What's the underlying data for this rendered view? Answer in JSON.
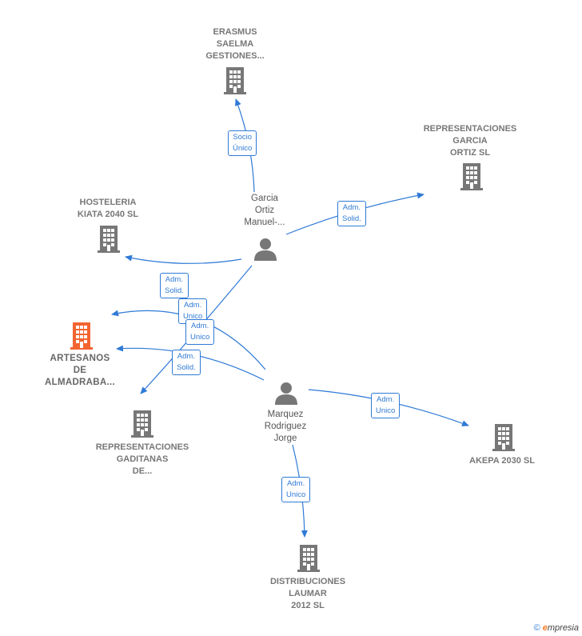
{
  "colors": {
    "edge": "#2f7ad6",
    "company": "#777777",
    "focus": "#f26530",
    "person": "#777777"
  },
  "nodes": {
    "erasmus": {
      "type": "company",
      "lines": [
        "ERASMUS",
        "SAELMA",
        "GESTIONES..."
      ]
    },
    "representaciones_garcia": {
      "type": "company",
      "lines": [
        "REPRESENTACIONES",
        "GARCIA",
        "ORTIZ  SL"
      ]
    },
    "hosteleria": {
      "type": "company",
      "lines": [
        "HOSTELERIA",
        "KIATA 2040 SL"
      ]
    },
    "garcia": {
      "type": "person",
      "lines": [
        "Garcia",
        "Ortiz",
        "Manuel-..."
      ]
    },
    "artesanos": {
      "type": "focus",
      "lines": [
        "ARTESANOS",
        "DE",
        "ALMADRABA..."
      ]
    },
    "marquez": {
      "type": "person",
      "lines": [
        "Marquez",
        "Rodriguez",
        "Jorge"
      ]
    },
    "representaciones_gaditanas": {
      "type": "company",
      "lines": [
        "REPRESENTACIONES",
        "GADITANAS",
        "DE..."
      ]
    },
    "akepa": {
      "type": "company",
      "lines": [
        "AKEPA 2030 SL"
      ]
    },
    "distribuciones": {
      "type": "company",
      "lines": [
        "DISTRIBUCIONES",
        "LAUMAR",
        "2012 SL"
      ]
    }
  },
  "edge_labels": {
    "socio_unico": [
      "Socio",
      "Único"
    ],
    "adm_solid_rep_garcia": [
      "Adm.",
      "Solid."
    ],
    "adm_solid_hosteleria": [
      "Adm.",
      "Solid."
    ],
    "adm_unico_artesanos_g": [
      "Adm.",
      "Unico"
    ],
    "adm_unico_artesanos_m": [
      "Adm.",
      "Unico"
    ],
    "adm_solid_gaditanas": [
      "Adm.",
      "Solid."
    ],
    "adm_unico_akepa": [
      "Adm.",
      "Unico"
    ],
    "adm_unico_distribuciones": [
      "Adm.",
      "Unico"
    ]
  },
  "footer": {
    "copyright": "©",
    "brand_initial": "e",
    "brand_rest": "mpresia"
  }
}
